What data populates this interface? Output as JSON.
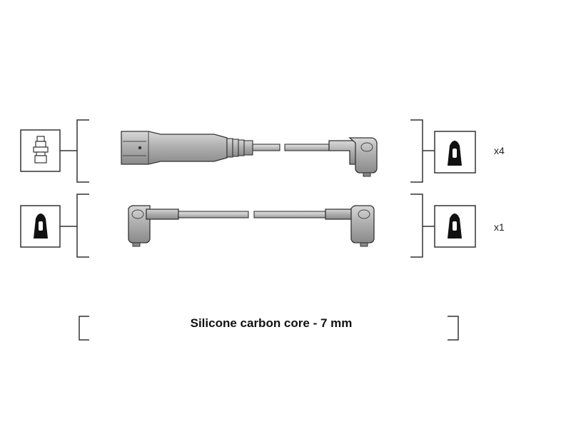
{
  "rows": [
    {
      "quantity": "x4",
      "left_terminal_icon": "spark-plug-terminal-icon",
      "right_terminal_icon": "distributor-boot-icon"
    },
    {
      "quantity": "x1",
      "left_terminal_icon": "distributor-boot-icon",
      "right_terminal_icon": "distributor-boot-icon"
    }
  ],
  "footer": {
    "spec_text": "Silicone carbon core - 7 mm"
  },
  "colors": {
    "stroke": "#333333",
    "cable_fill": "#c8c8c8",
    "boot_fill": "#b5b5b5",
    "icon_fill": "#111111"
  }
}
